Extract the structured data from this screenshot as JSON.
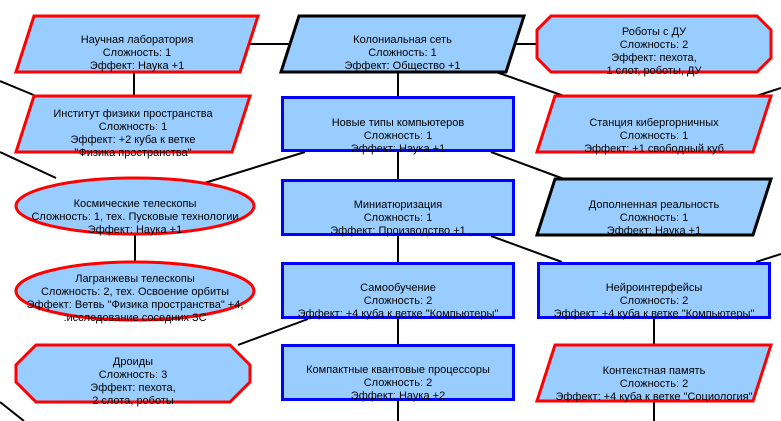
{
  "diagram_title": "Дерево технологий",
  "colors": {
    "fill": "#99ccff",
    "border_red": "#ff0000",
    "border_blue": "#0000ff",
    "border_black": "#000000",
    "connector": "#000000"
  },
  "nodes": [
    {
      "id": "nauchnaya-laboratoriya",
      "shape": "parallelogram",
      "border": "red",
      "lines": [
        "Научная лаборатория",
        "Сложность: 1",
        "Эффект: Наука +1"
      ]
    },
    {
      "id": "kolonialnaya-set",
      "shape": "parallelogram",
      "border": "black",
      "lines": [
        "Колониальная сеть",
        "Сложность: 1",
        "Эффект: Общество +1"
      ]
    },
    {
      "id": "roboty-s-du",
      "shape": "octagon",
      "border": "red",
      "lines": [
        "Роботы с ДУ",
        "Сложность: 2",
        "Эффект: пехота,",
        "1 слот, роботы, ДУ"
      ]
    },
    {
      "id": "institut-fiziki-prostranstva",
      "shape": "parallelogram",
      "border": "red",
      "lines": [
        "Институт физики пространства",
        "Сложность: 1",
        "Эффект: +2 куба к ветке",
        "\"Физика пространства\""
      ]
    },
    {
      "id": "novye-tipy-kompyuterov",
      "shape": "rect",
      "border": "blue",
      "lines": [
        "Новые типы компьютеров",
        "Сложность: 1",
        "Эффект: Наука +1"
      ]
    },
    {
      "id": "stanciya-kibergornichnyh",
      "shape": "parallelogram",
      "border": "red",
      "lines": [
        "Станция кибергорничных",
        "Сложность: 1",
        "Эффект: +1 свободный куб"
      ]
    },
    {
      "id": "kosmicheskie-teleskopy",
      "shape": "ellipse",
      "border": "red",
      "lines": [
        "Космические телескопы",
        "Сложность: 1, тех. Пусковые технологии",
        "Эффект: Наука +1"
      ]
    },
    {
      "id": "miniatyurizaciya",
      "shape": "rect",
      "border": "blue",
      "lines": [
        "Миниатюризация",
        "Сложность: 1",
        "Эффект: Производство +1"
      ]
    },
    {
      "id": "dopolnennaya-realnost",
      "shape": "parallelogram",
      "border": "black",
      "lines": [
        "Дополненная реальность",
        "Сложность: 1",
        "Эффект: Наука +1"
      ]
    },
    {
      "id": "lagranzhevy-teleskopy",
      "shape": "ellipse",
      "border": "red",
      "lines": [
        "Лагранжевы телескопы",
        "Сложность: 2, тех. Освоение орбиты",
        "Эффект: Ветвь \"Физика пространства\" +4,",
        ":исследование соседних ЗС"
      ]
    },
    {
      "id": "samoobuchenie",
      "shape": "rect",
      "border": "blue",
      "lines": [
        "Самообучение",
        "Сложность: 2",
        "Эффект: +4 куба к ветке \"Компьютеры\""
      ]
    },
    {
      "id": "neirointerfeisy",
      "shape": "rect",
      "border": "blue",
      "lines": [
        "Нейроинтерфейсы",
        "Сложность: 2",
        "Эффект: +4 куба к ветке \"Компьютеры\""
      ]
    },
    {
      "id": "droidy",
      "shape": "octagon",
      "border": "red",
      "lines": [
        "Дроиды",
        "Сложность: 3",
        "Эффект: пехота,",
        "2 слота, роботы"
      ]
    },
    {
      "id": "kompaktnye-kvantovye-processory",
      "shape": "rect",
      "border": "blue",
      "lines": [
        "Компактные квантовые процессоры",
        "Сложность: 2",
        "Эффект: Наука +2"
      ]
    },
    {
      "id": "kontekstnaya-pamyat",
      "shape": "parallelogram",
      "border": "red",
      "lines": [
        "Контекстная память",
        "Сложность: 2",
        "Эффект: +4 куба к ветке \"Социология\""
      ]
    }
  ],
  "edges": [
    [
      "nauchnaya-laboratoriya",
      "kolonialnaya-set"
    ],
    [
      "nauchnaya-laboratoriya",
      "institut-fiziki-prostranstva"
    ],
    [
      "kolonialnaya-set",
      "roboty-s-du"
    ],
    [
      "kolonialnaya-set",
      "novye-tipy-kompyuterov"
    ],
    [
      "kolonialnaya-set",
      "stanciya-kibergornichnyh"
    ],
    [
      "novye-tipy-kompyuterov",
      "kosmicheskie-teleskopy"
    ],
    [
      "novye-tipy-kompyuterov",
      "miniatyurizaciya"
    ],
    [
      "novye-tipy-kompyuterov",
      "dopolnennaya-realnost"
    ],
    [
      "kosmicheskie-teleskopy",
      "lagranzhevy-teleskopy"
    ],
    [
      "miniatyurizaciya",
      "samoobuchenie"
    ],
    [
      "miniatyurizaciya",
      "neirointerfeisy"
    ],
    [
      "samoobuchenie",
      "droidy"
    ],
    [
      "samoobuchenie",
      "kompaktnye-kvantovye-processory"
    ],
    [
      "neirointerfeisy",
      "kontekstnaya-pamyat"
    ]
  ]
}
